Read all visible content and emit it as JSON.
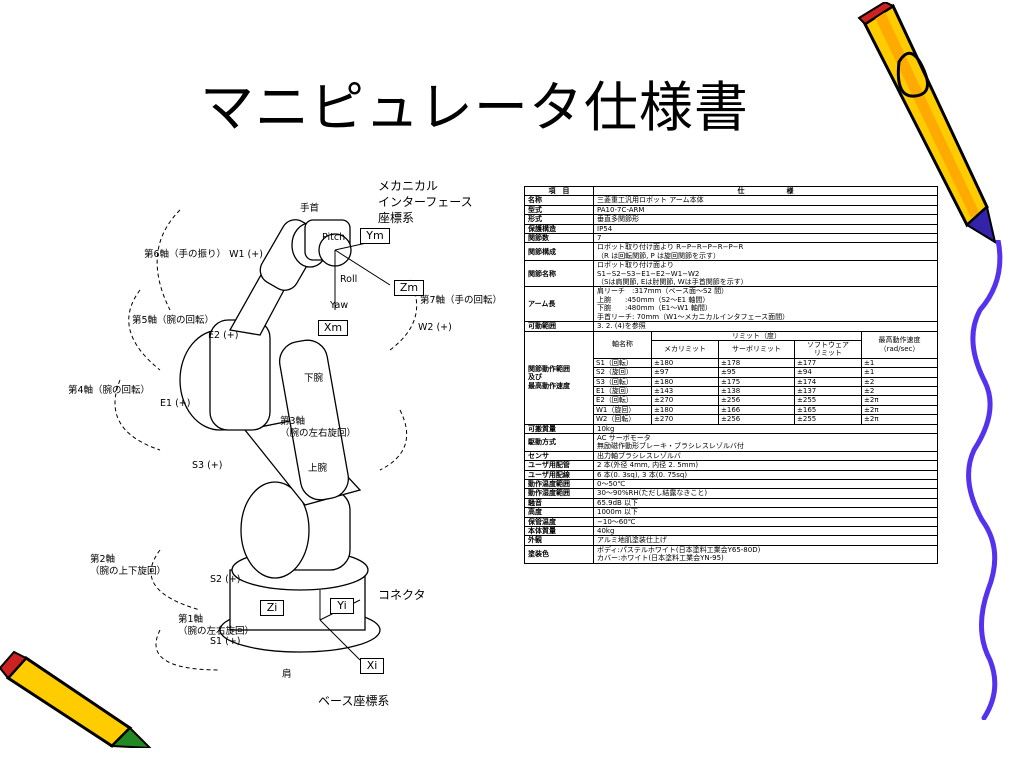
{
  "page": {
    "title": "マニピュレータ仕様書"
  },
  "figure": {
    "labels": {
      "mech_if": "メカニカル\nインターフェース\n座標系",
      "hand": "手首",
      "axis6": "第6軸（手の振り） W1 (+)",
      "axis5": "第5軸（腕の回転）",
      "e2": "E2 (+)",
      "axis4": "第4軸（腕の回転）",
      "e1": "E1 (+)",
      "axis7": "第7軸（手の回転）",
      "w2": "W2 (+)",
      "lower_arm": "下腕",
      "axis3": "第3軸\n（腕の左右旋回）",
      "s3": "S3 (+)",
      "upper_arm": "上腕",
      "axis2": "第2軸\n（腕の上下旋回）",
      "s2": "S2 (+)",
      "connector": "コネクタ",
      "axis1": "第1軸\n（腕の左右旋回）",
      "s1": "S1 (+)",
      "shoulder": "肩",
      "base_frame": "ベース座標系",
      "pitch": "Pitch",
      "roll": "Roll",
      "yaw": "Yaw"
    },
    "frames": {
      "ym": "Ym",
      "zm": "Zm",
      "xm": "Xm",
      "zi": "Zi",
      "yi": "Yi",
      "xi": "Xi"
    }
  },
  "spec": {
    "header": {
      "item": "項　目",
      "spec": "仕　　　　　　様"
    },
    "rows_top": [
      {
        "label": "名称",
        "value": "三菱重工汎用ロボット アーム本体"
      },
      {
        "label": "型式",
        "value": "PA10-7C-ARM"
      },
      {
        "label": "形式",
        "value": "垂直多関節形"
      },
      {
        "label": "保護構造",
        "value": "IP54"
      },
      {
        "label": "関節数",
        "value": "7"
      },
      {
        "label": "関節構成",
        "value": "ロボット取り付け面より R−P−R−P−R−P−R\n（R は回転関節, P は旋回関節を示す）"
      },
      {
        "label": "関節名称",
        "value": "ロボット取り付け面より\nS1−S2−S3−E1−E2−W1−W2\n（Sは肩関節, Eは肘関節, Wは手首関節を示す）"
      },
      {
        "label": "アーム長",
        "value": "肩リーチ　:317mm（ベース面〜S2 間）\n上腕　　:450mm（S2〜E1 軸間）\n下腕　　:480mm（E1〜W1 軸間）\n手首リーチ: 70mm（W1〜メカニカルインタフェース面間）"
      },
      {
        "label": "可動範囲",
        "value": "3. 2. (4)を参照"
      }
    ],
    "joint_block": {
      "label": "関節動作範囲\n及び\n最高動作速度",
      "col_axis": "軸名称",
      "col_limit": "リミット（度）",
      "col_mech": "メカリミット",
      "col_servo": "サーボリミット",
      "col_soft": "ソフトウェア\nリミット",
      "col_speed": "最高動作速度\n（rad/sec）",
      "rows": [
        {
          "axis": "S1（回転）",
          "mech": "±180",
          "servo": "±178",
          "soft": "±177",
          "speed": "±1"
        },
        {
          "axis": "S2（旋回）",
          "mech": "±97",
          "servo": "±95",
          "soft": "±94",
          "speed": "±1"
        },
        {
          "axis": "S3（回転）",
          "mech": "±180",
          "servo": "±175",
          "soft": "±174",
          "speed": "±2"
        },
        {
          "axis": "E1（旋回）",
          "mech": "±143",
          "servo": "±138",
          "soft": "±137",
          "speed": "±2"
        },
        {
          "axis": "E2（回転）",
          "mech": "±270",
          "servo": "±256",
          "soft": "±255",
          "speed": "±2π"
        },
        {
          "axis": "W1（旋回）",
          "mech": "±180",
          "servo": "±166",
          "soft": "±165",
          "speed": "±2π"
        },
        {
          "axis": "W2（回転）",
          "mech": "±270",
          "servo": "±256",
          "soft": "±255",
          "speed": "±2π"
        }
      ]
    },
    "rows_bottom": [
      {
        "label": "可搬質量",
        "value": "10kg"
      },
      {
        "label": "駆動方式",
        "value": "AC サーボモータ\n無励磁作動形ブレーキ・ブラシレスレゾルバ付"
      },
      {
        "label": "センサ",
        "value": "出力軸ブラシレスレゾルバ"
      },
      {
        "label": "ユーザ用配管",
        "value": "2 本(外径 4mm, 内径 2. 5mm)"
      },
      {
        "label": "ユーザ用配線",
        "value": "6 本(0. 3sq), 3 本(0. 75sq)"
      },
      {
        "label": "動作温度範囲",
        "value": "0〜50℃"
      },
      {
        "label": "動作湿度範囲",
        "value": "30〜90%RH(ただし結露なきこと)"
      },
      {
        "label": "騒音",
        "value": "65.9dB 以下"
      },
      {
        "label": "高度",
        "value": "1000m 以下"
      },
      {
        "label": "保管温度",
        "value": "−10〜60℃"
      },
      {
        "label": "本体質量",
        "value": "40kg"
      },
      {
        "label": "外観",
        "value": "アルミ地肌塗装仕上げ"
      },
      {
        "label": "塗装色",
        "value": "ボディ:パステルホワイト(日本塗料工業会Y65-80D)\nカバー:ホワイト(日本塗料工業会YN-95)"
      }
    ]
  },
  "colors": {
    "pencil_yellow": "#ffcc00",
    "pencil_outline": "#000000",
    "squiggle": "#5533ee"
  }
}
